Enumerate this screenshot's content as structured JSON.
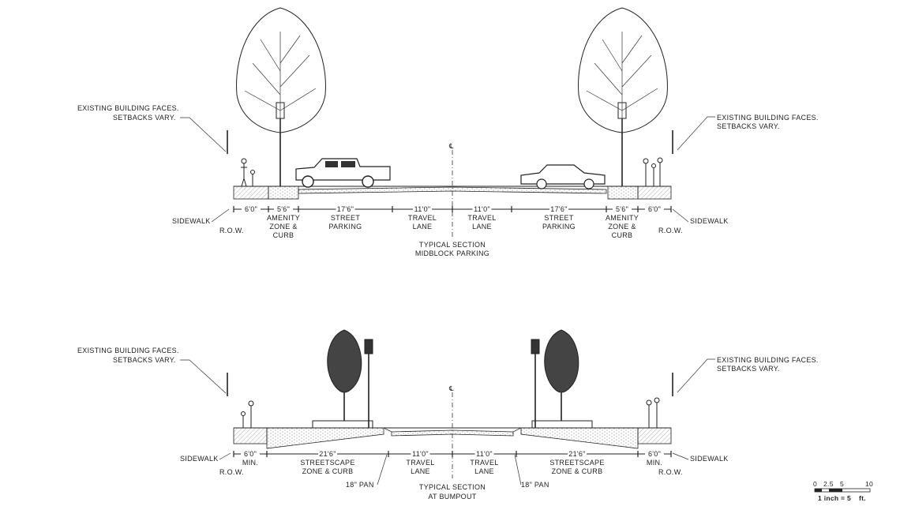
{
  "top": {
    "note_left": [
      "EXISTING BUILDING FACES.",
      "SETBACKS VARY."
    ],
    "note_right": [
      "EXISTING BUILDING FACES.",
      "SETBACKS VARY."
    ],
    "sidewalk_left": "SIDEWALK",
    "sidewalk_right": "SIDEWALK",
    "row_left": "R.O.W.",
    "row_right": "R.O.W.",
    "centerline": "℄",
    "segments": [
      {
        "dim": "6'0\"",
        "label": []
      },
      {
        "dim": "5'6\"",
        "label": [
          "AMENITY",
          "ZONE &",
          "CURB"
        ]
      },
      {
        "dim": "17'6\"",
        "label": [
          "STREET",
          "PARKING"
        ]
      },
      {
        "dim": "11'0\"",
        "label": [
          "TRAVEL",
          "LANE"
        ]
      },
      {
        "dim": "11'0\"",
        "label": [
          "TRAVEL",
          "LANE"
        ]
      },
      {
        "dim": "17'6\"",
        "label": [
          "STREET",
          "PARKING"
        ]
      },
      {
        "dim": "5'6\"",
        "label": [
          "AMENITY",
          "ZONE &",
          "CURB"
        ]
      },
      {
        "dim": "6'0\"",
        "label": []
      }
    ],
    "title": [
      "TYPICAL SECTION",
      "MIDBLOCK PARKING"
    ]
  },
  "bottom": {
    "note_left": [
      "EXISTING BUILDING FACES.",
      "SETBACKS VARY."
    ],
    "note_right": [
      "EXISTING BUILDING FACES.",
      "SETBACKS VARY."
    ],
    "sidewalk_left": "SIDEWALK",
    "sidewalk_right": "SIDEWALK",
    "row_left": "R.O.W.",
    "row_right": "R.O.W.",
    "centerline": "℄",
    "segments": [
      {
        "dim": "6'0\"",
        "label": [
          "MIN."
        ]
      },
      {
        "dim": "21'6\"",
        "label": [
          "STREETSCAPE",
          "ZONE & CURB"
        ]
      },
      {
        "dim": "11'0\"",
        "label": [
          "TRAVEL",
          "LANE"
        ]
      },
      {
        "dim": "11'0\"",
        "label": [
          "TRAVEL",
          "LANE"
        ]
      },
      {
        "dim": "21'6\"",
        "label": [
          "STREETSCAPE",
          "ZONE & CURB"
        ]
      },
      {
        "dim": "6'0\"",
        "label": [
          "MIN."
        ]
      }
    ],
    "pan_left": "18\" PAN",
    "pan_right": "18\" PAN",
    "title": [
      "TYPICAL SECTION",
      "AT BUMPOUT"
    ]
  },
  "scale_bar": {
    "ticks": [
      "0",
      "2.5",
      "5",
      "10"
    ],
    "caption": "1 inch = 5",
    "unit": "ft."
  }
}
